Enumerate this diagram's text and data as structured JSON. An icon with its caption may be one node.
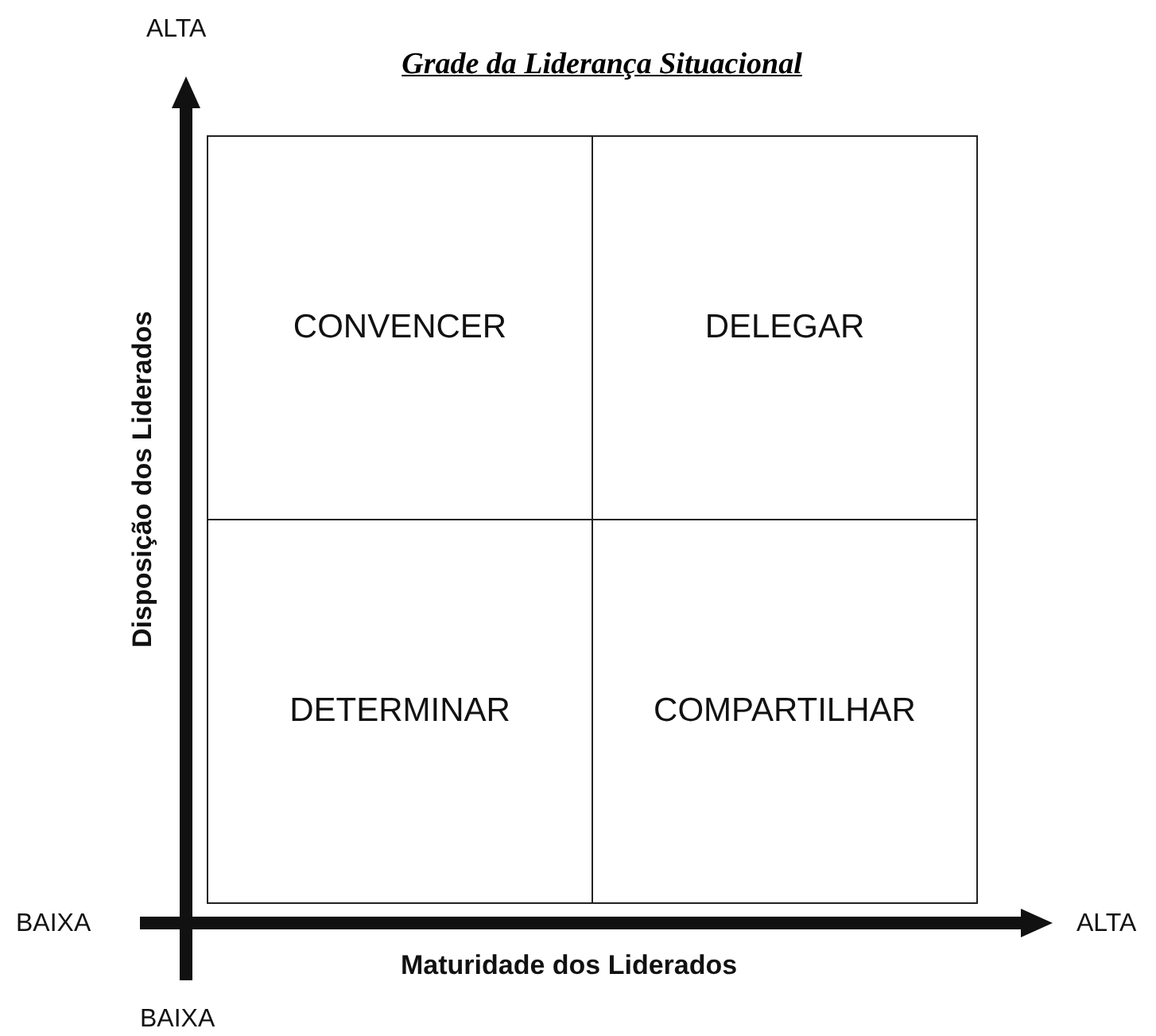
{
  "diagram": {
    "title": "Grade da Liderança Situacional",
    "nodes": [
      {
        "text": [
          "CONVENCER"
        ]
      },
      {
        "text": [
          "DELEGAR"
        ]
      },
      {
        "text": [
          "DETERMINAR"
        ]
      },
      {
        "text": [
          "COMPARTILHAR"
        ]
      }
    ],
    "labels": [
      "ALTA",
      "Disposição dos Liderados",
      "BAIXA",
      "ALTA",
      "Maturidade dos Liderados",
      "BAIXA"
    ]
  }
}
